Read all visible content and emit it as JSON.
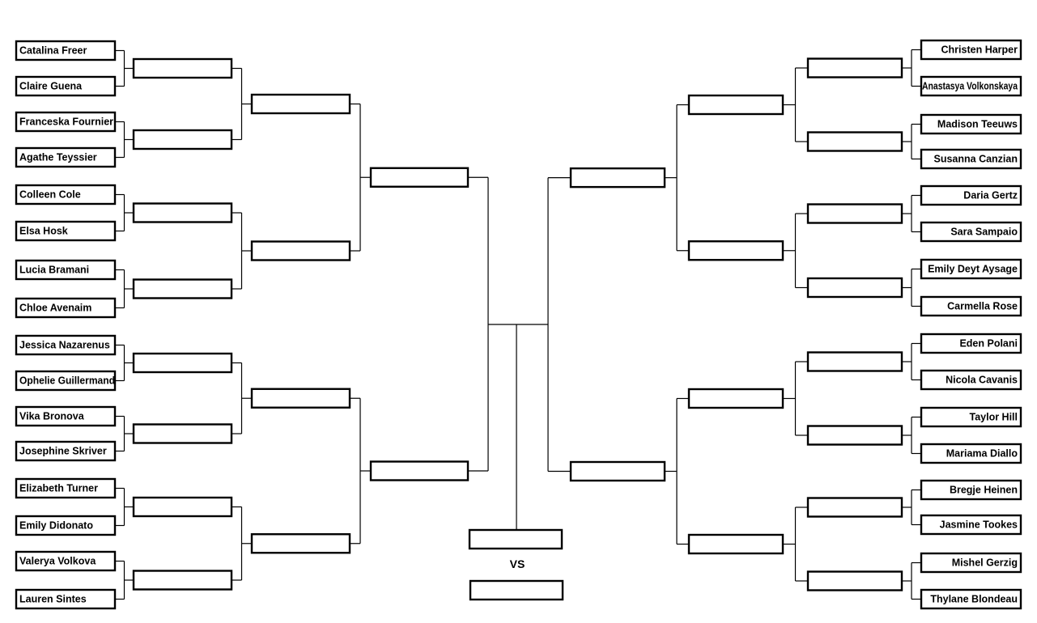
{
  "bracket": {
    "left": {
      "contestants": [
        "Catalina Freer",
        "Claire Guena",
        "Franceska Fournier",
        "Agathe Teyssier",
        "Colleen Cole",
        "Elsa Hosk",
        "Lucia Bramani",
        "Chloe Avenaim",
        "Jessica Nazarenus",
        "Ophelie Guillermand",
        "Vika Bronova",
        "Josephine Skriver",
        "Elizabeth Turner",
        "Emily Didonato",
        "Valerya Volkova",
        "Lauren Sintes"
      ]
    },
    "right": {
      "contestants": [
        "Christen Harper",
        "Anastasya Volkonskaya",
        "Madison Teeuws",
        "Susanna Canzian",
        "Daria Gertz",
        "Sara Sampaio",
        "Emily Deyt Aysage",
        "Carmella Rose",
        "Eden Polani",
        "Nicola Cavanis",
        "Taylor Hill",
        "Mariama Diallo",
        "Bregje Heinen",
        "Jasmine Tookes",
        "Mishel Gerzig",
        "Thylane Blondeau"
      ]
    },
    "final": {
      "vs_label": "VS"
    }
  }
}
